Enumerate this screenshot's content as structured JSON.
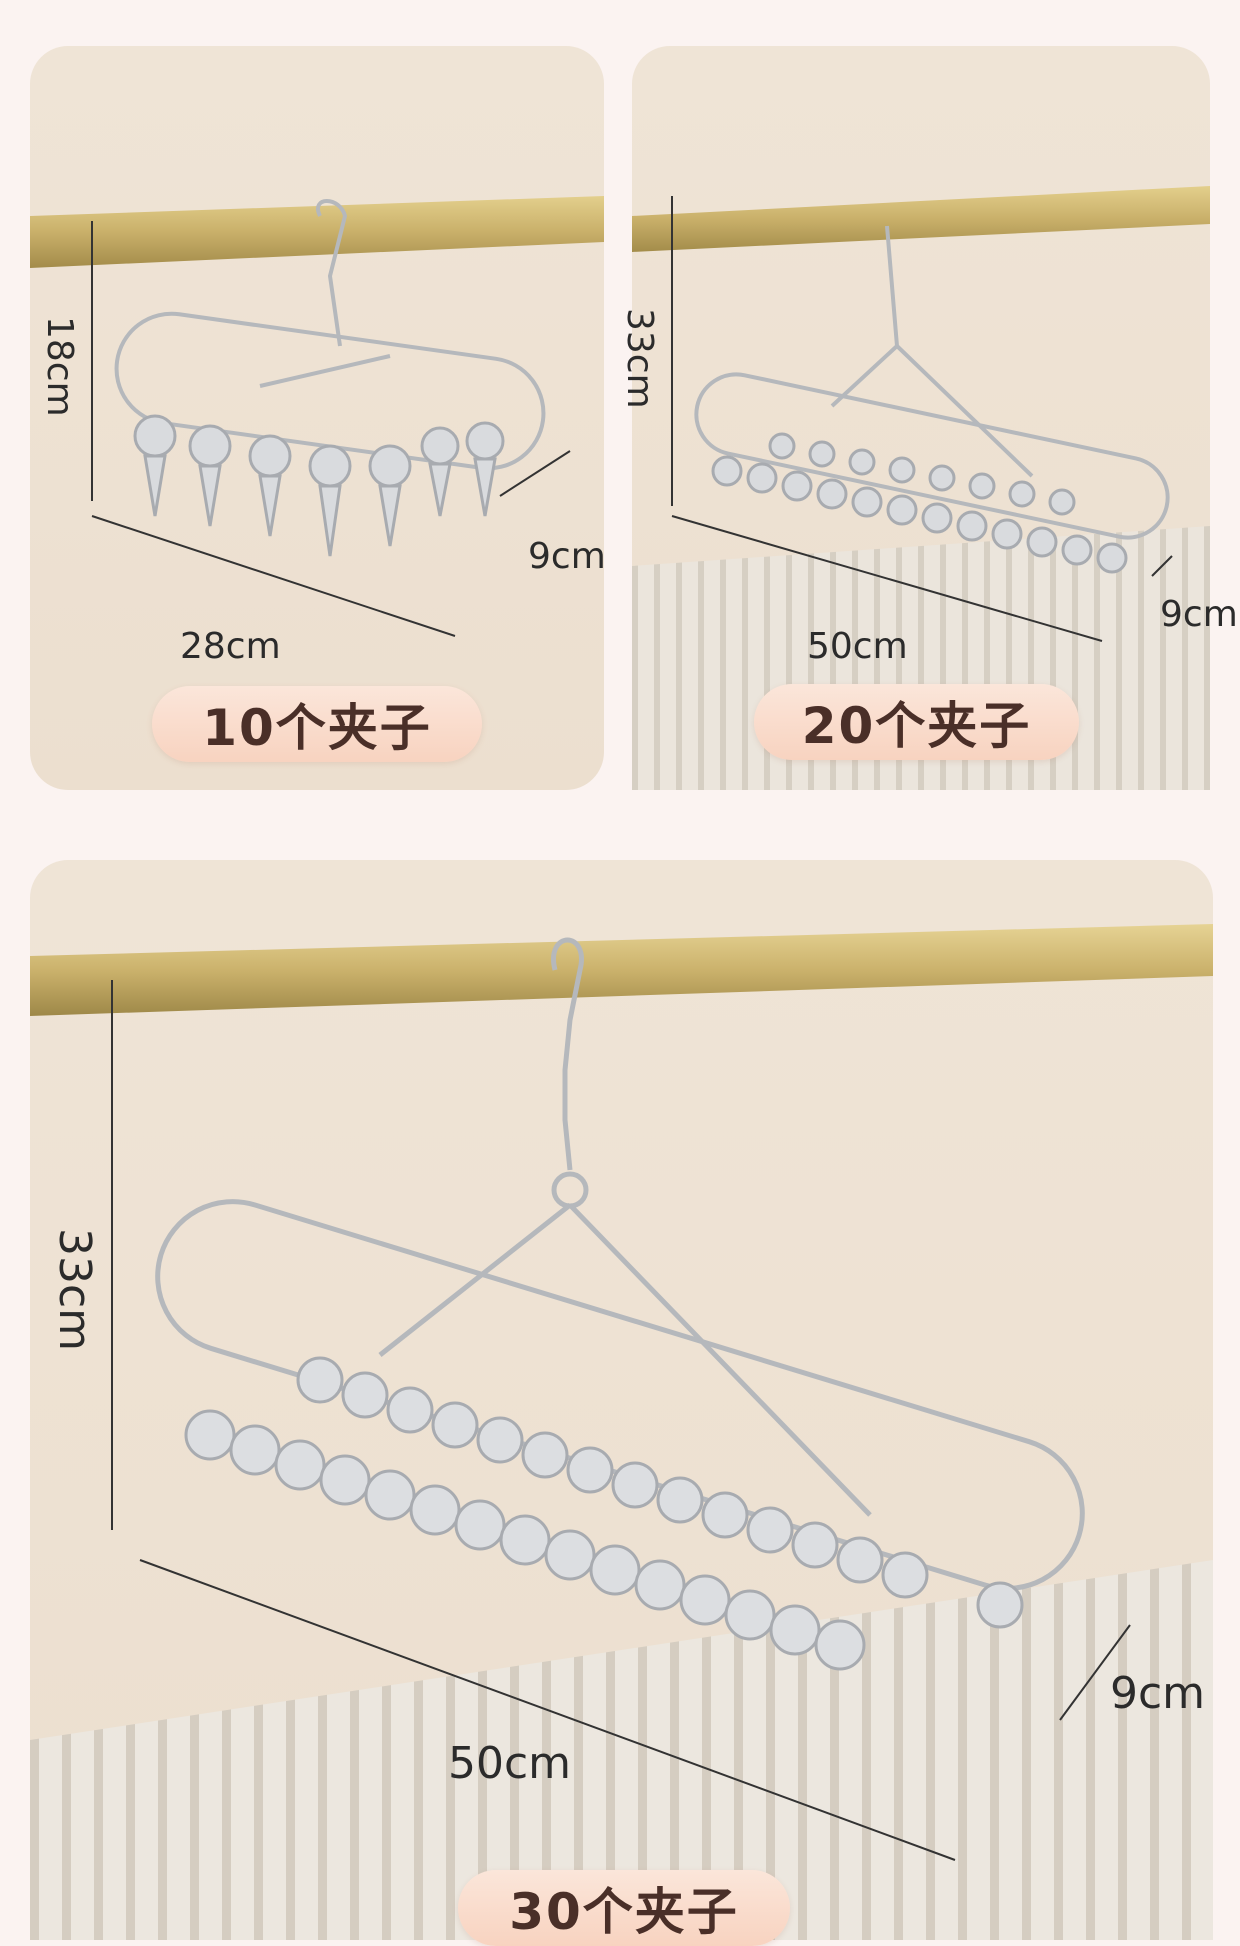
{
  "products": [
    {
      "label": "10个夹子",
      "height": "18cm",
      "length": "28cm",
      "depth": "9cm"
    },
    {
      "label": "20个夹子",
      "height": "33cm",
      "length": "50cm",
      "depth": "9cm"
    },
    {
      "label": "30个夹子",
      "height": "33cm",
      "length": "50cm",
      "depth": "9cm"
    }
  ],
  "colors": {
    "page_background": "#fbf3f1",
    "panel_background": "#ecdfcf",
    "rod": "#c8b06a",
    "pill": "#f8d3c0",
    "pill_text": "#4a2f28",
    "metal": "#b9bcc0"
  }
}
